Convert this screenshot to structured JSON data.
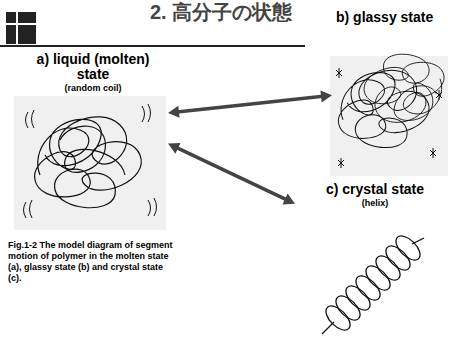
{
  "diagram": {
    "title": "2. 高分子の状態",
    "caption": "Fig.1-2 The model diagram of segment motion of polymer in the molten state (a), glassy state (b) and crystal state (c).",
    "nodes": [
      {
        "text": [
          "a) liquid (molten) state",
          "(random coil)"
        ]
      },
      {
        "text": [
          "b) glassy state"
        ]
      },
      {
        "text": [
          "c) crystal state",
          "(helix)"
        ]
      }
    ],
    "edges": [
      {
        "from": 0,
        "to": 1,
        "arrow": "both"
      },
      {
        "from": 0,
        "to": 2,
        "arrow": "both"
      }
    ]
  }
}
